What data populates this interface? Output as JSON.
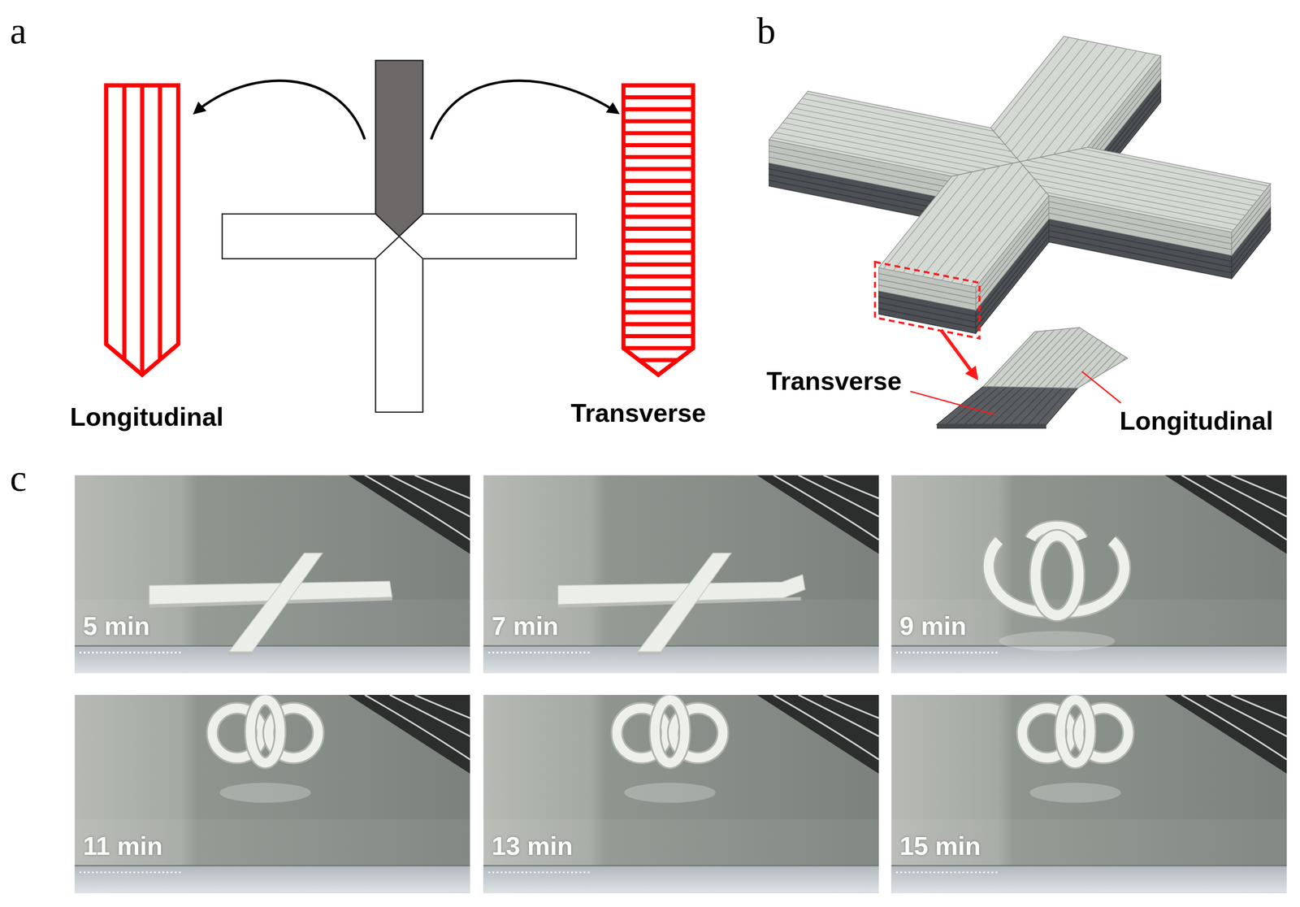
{
  "diagram": {
    "nodes": [
      {
        "text": [
          "5 min"
        ]
      },
      {
        "text": [
          "7 min"
        ]
      },
      {
        "text": [
          "9 min"
        ]
      },
      {
        "text": [
          "11 min"
        ]
      },
      {
        "text": [
          "13 min"
        ]
      },
      {
        "text": [
          "15 min"
        ]
      }
    ],
    "labels": [
      "a",
      "b",
      "Longitudinal",
      "Transverse",
      "Transverse",
      "Longitudinal",
      "c"
    ]
  }
}
